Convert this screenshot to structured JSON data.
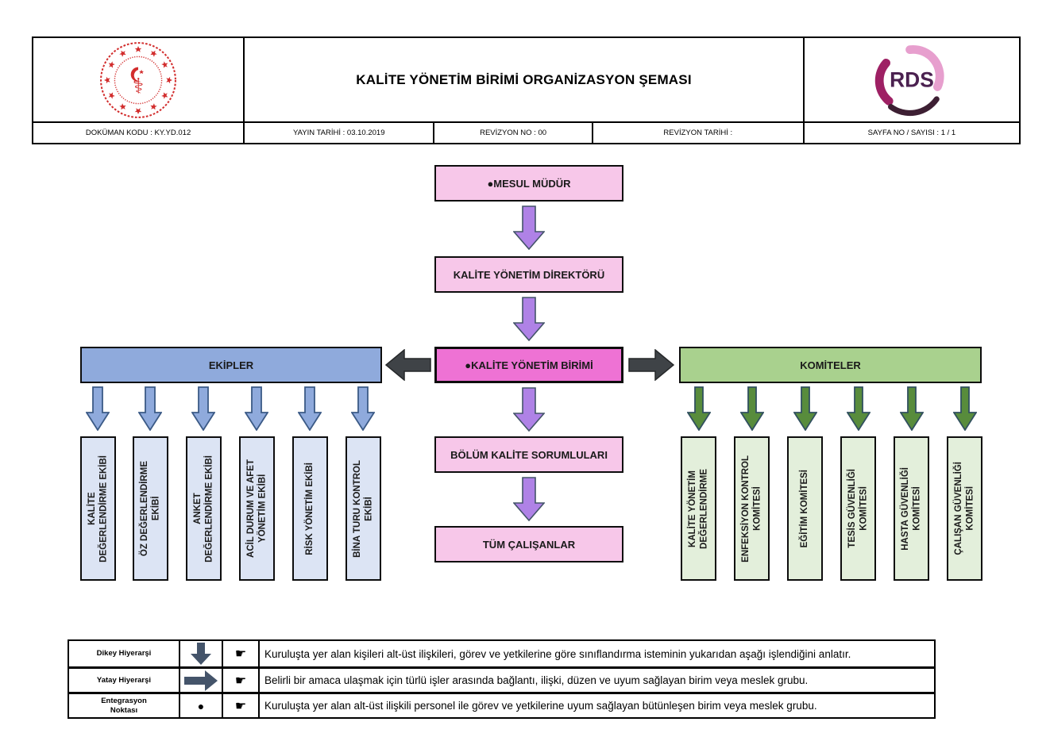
{
  "header": {
    "title": "KALİTE YÖNETİM BİRİMİ ORGANİZASYON ŞEMASI",
    "rds_label": "RDS",
    "meta": [
      "DOKÜMAN KODU : KY.YD.012",
      "YAYIN TARİHİ : 03.10.2019",
      "REVİZYON NO : 00",
      "REVİZYON TARİHİ :",
      "SAYFA NO / SAYISI : 1 / 1"
    ]
  },
  "org_chart": {
    "center_nodes": [
      "●MESUL MÜDÜR",
      "KALİTE YÖNETİM DİREKTÖRÜ",
      "●KALİTE YÖNETİM BİRİMİ",
      "BÖLÜM KALİTE SORUMLULARI",
      "TÜM ÇALIŞANLAR"
    ],
    "teams": {
      "header": "EKİPLER",
      "items": [
        "KALİTE\nDEĞERLENDİRME EKİBİ",
        "ÖZ DEĞERLENDİRME\nEKİBİ",
        "ANKET\nDEĞERLENDİRME EKİBİ",
        "ACİL DURUM VE AFET\nYÖNETİM EKİBİ",
        "RİSK YÖNETİM EKİBİ",
        "BİNA TURU KONTROL\nEKİBİ"
      ]
    },
    "committees": {
      "header": "KOMİTELER",
      "items": [
        "KALİTE YÖNETİM\nDEĞERLENDİRME",
        "ENFEKSİYON KONTROL\nKOMİTESİ",
        "EĞİTİM KOMİTESİ",
        "TESİS GÜVENLİĞİ\nKOMİTESİ",
        "HASTA GÜVENLİĞİ\nKOMİTESİ",
        "ÇALIŞAN GÜVENLİĞİ\nKOMİTESİ"
      ]
    }
  },
  "legend": {
    "hand_char": "☛",
    "bullet_char": "●",
    "rows": [
      {
        "term": "Dikey Hiyerarşi",
        "symbol": "down-arrow-icon",
        "description": "Kuruluşta yer alan kişileri alt-üst ilişkileri, görev ve yetkilerine göre sınıflandırma isteminin yukarıdan aşağı işlendiğini anlatır."
      },
      {
        "term": "Yatay Hiyerarşi",
        "symbol": "right-arrow-icon",
        "description": "Belirli bir amaca ulaşmak için türlü işler arasında bağlantı, ilişki, düzen ve uyum sağlayan birim veya meslek grubu."
      },
      {
        "term": "Entegrasyon\nNoktası",
        "symbol": "integration-bullet-icon",
        "description": "Kuruluşta yer alan alt-üst ilişkili personel ile görev ve yetkilerine uyum sağlayan bütünleşen birim veya meslek grubu."
      }
    ]
  },
  "colors": {
    "pink_light": "#F7C7E9",
    "pink_bright": "#EE72D4",
    "blue_header": "#8FAADC",
    "blue_light": "#DCE4F4",
    "green_header": "#A9D18E",
    "green_light": "#E3EFDB",
    "purple_arrow": "#AF82E6",
    "blue_arrow": "#8FAADC",
    "green_arrow": "#588C3C",
    "dark_arrow": "#3F4347",
    "legend_arrow": "#44546A",
    "seal_red": "#D22D2D"
  }
}
